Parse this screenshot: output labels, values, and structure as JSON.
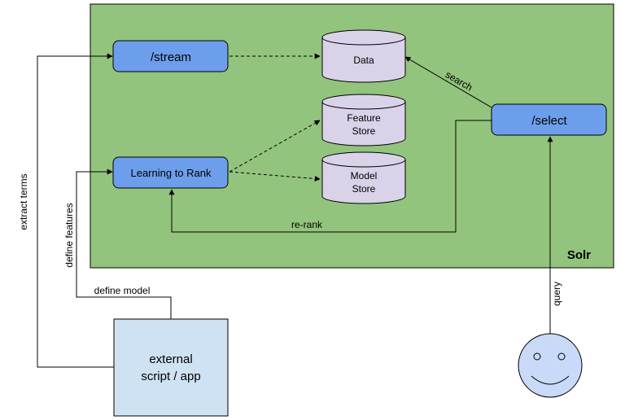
{
  "container": {
    "label": "Solr",
    "fill": "#93c47d"
  },
  "nodes": {
    "stream": {
      "label": "/stream"
    },
    "ltr": {
      "label": "Learning to Rank"
    },
    "select": {
      "label": "/select"
    },
    "data_store": {
      "label": "Data"
    },
    "feature_store": {
      "line1": "Feature",
      "line2": "Store"
    },
    "model_store": {
      "line1": "Model",
      "line2": "Store"
    },
    "external": {
      "line1": "external",
      "line2": "script / app"
    }
  },
  "edges": {
    "search": "search",
    "rerank": "re-rank",
    "extract_terms": "extract terms",
    "define_features": "define features",
    "define_model": "define model",
    "query": "query"
  },
  "colors": {
    "endpoint_fill": "#6d9eeb",
    "store_fill": "#d9d2e9",
    "external_fill": "#cfe2f3",
    "face_fill": "#c9daf8"
  }
}
